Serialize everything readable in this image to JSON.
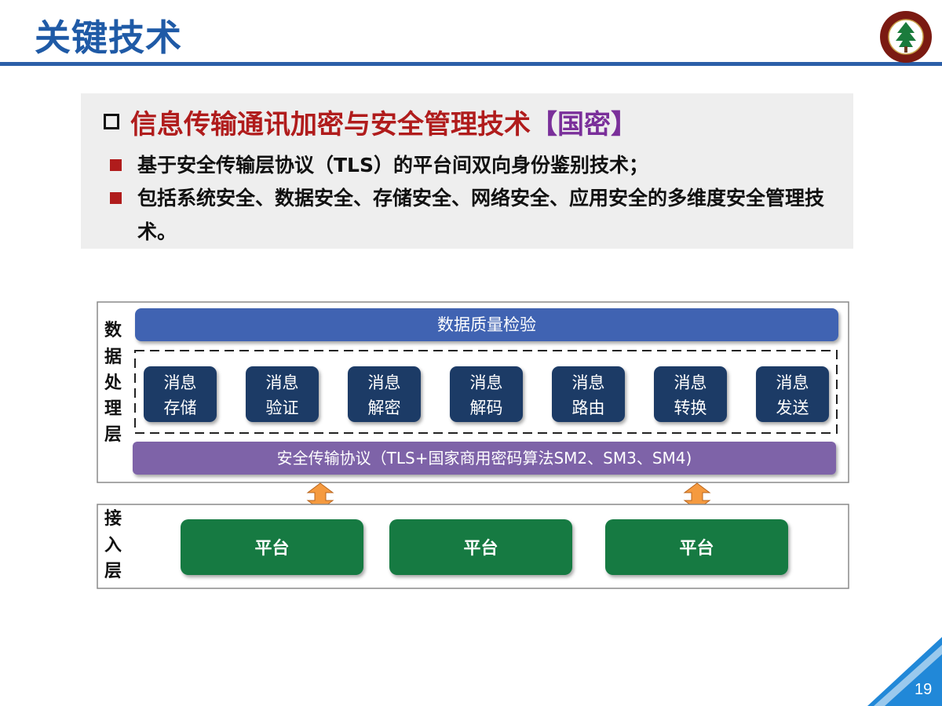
{
  "slide": {
    "title": "关键技术",
    "page_number": "19"
  },
  "intro": {
    "heading": "信息传输通讯加密与安全管理技术",
    "heading_tag": "【国密】",
    "bullets": [
      "基于安全传输层协议（TLS）的平台间双向身份鉴别技术；",
      "包括系统安全、数据安全、存储安全、网络安全、应用安全的多维度安全管理技术。"
    ]
  },
  "diagram": {
    "processing_layer_label": [
      "数",
      "据",
      "处",
      "理",
      "层"
    ],
    "access_layer_label": [
      "接",
      "入",
      "层"
    ],
    "quality_bar": "数据质量检验",
    "transport_bar": "安全传输协议（TLS+国家商用密码算法SM2、SM3、SM4)",
    "message_modules": [
      {
        "line1": "消息",
        "line2": "存储"
      },
      {
        "line1": "消息",
        "line2": "验证"
      },
      {
        "line1": "消息",
        "line2": "解密"
      },
      {
        "line1": "消息",
        "line2": "解码"
      },
      {
        "line1": "消息",
        "line2": "路由"
      },
      {
        "line1": "消息",
        "line2": "转换"
      },
      {
        "line1": "消息",
        "line2": "发送"
      }
    ],
    "platforms": [
      "平台",
      "平台",
      "平台"
    ]
  },
  "colors": {
    "title_blue": "#1f5aa6",
    "quality_bar": "#3f63b2",
    "module_navy": "#1c3a66",
    "transport_purple": "#7e64a8",
    "platform_green": "#127a43",
    "arrow_orange": "#f59a3f",
    "corner_blue": "#2188d8"
  }
}
